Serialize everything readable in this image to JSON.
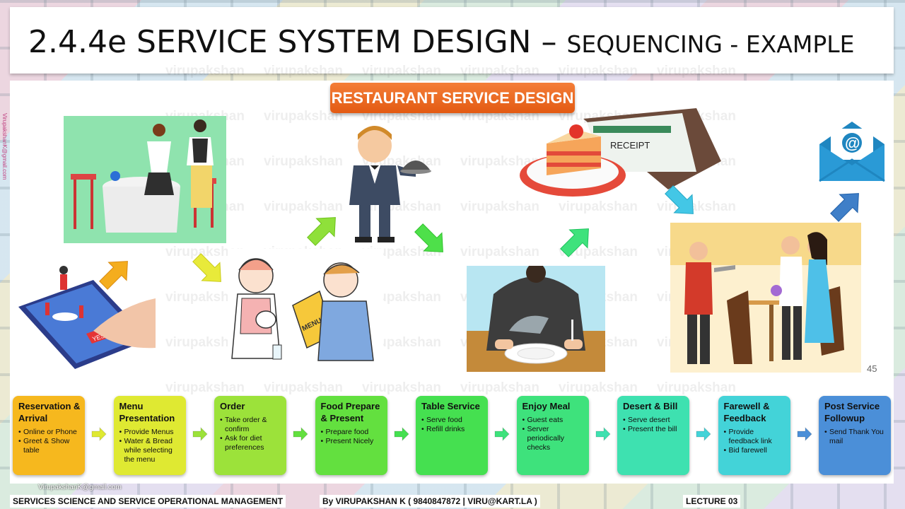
{
  "slide": {
    "title_main": "2.4.4e SERVICE SYSTEM DESIGN – ",
    "title_sub": "SEQUENCING - EXAMPLE",
    "badge": "RESTAURANT SERVICE DESIGN",
    "page_number": "45",
    "watermark": "virupakshan",
    "side_email": "VirupakshanK@gmail.com",
    "bottom_email": "VirupakshanK@gmail.com"
  },
  "illustrations": {
    "menu_label": "MENU",
    "receipt_label": "RECEIPT",
    "phone_label": "YES!",
    "mail_symbol": "@"
  },
  "steps": [
    {
      "title": "Reservation & Arrival",
      "color": "#f6b81e",
      "bullets": [
        "Online or Phone",
        "Greet & Show table"
      ]
    },
    {
      "title": "Menu Presentation",
      "color": "#dfe932",
      "bullets": [
        "Provide Menus",
        "Water & Bread while selecting the menu"
      ]
    },
    {
      "title": "Order",
      "color": "#9ce23a",
      "bullets": [
        "Take order & confirm",
        "Ask for diet preferences"
      ]
    },
    {
      "title": "Food Prepare & Present",
      "color": "#63e03f",
      "bullets": [
        "Prepare food",
        "Present Nicely"
      ]
    },
    {
      "title": "Table Service",
      "color": "#45e050",
      "bullets": [
        "Serve food",
        "Refill drinks"
      ]
    },
    {
      "title": "Enjoy Meal",
      "color": "#3ee27c",
      "bullets": [
        "Guest eats",
        "Server periodically checks"
      ]
    },
    {
      "title": "Desert & Bill",
      "color": "#3ee1b0",
      "bullets": [
        "Serve desert",
        "Present the bill"
      ]
    },
    {
      "title": "Farewell & Feedback",
      "color": "#43d3d8",
      "bullets": [
        "Provide feedback link",
        "Bid farewell"
      ]
    },
    {
      "title": "Post Service Followup",
      "color": "#4b8fd8",
      "bullets": [
        "Send Thank You mail"
      ]
    }
  ],
  "footer": {
    "course": "SERVICES SCIENCE AND SERVICE OPERATIONAL MANAGEMENT",
    "author": "By VIRUPAKSHAN K ( 9840847872 | VIRU@KART.LA )",
    "lecture": "LECTURE 03"
  }
}
